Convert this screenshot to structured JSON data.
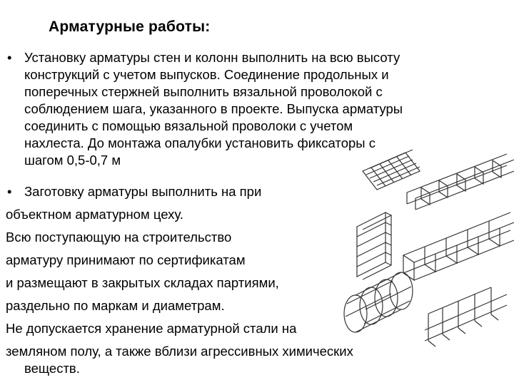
{
  "title": "Арматурные работы:",
  "bullets": [
    "•",
    "•"
  ],
  "lines": [
    "Установку арматуры стен  и колонн выполнить на всю высоту",
    "конструкций с учетом выпусков. Соединение продольных и",
    "поперечных стержней выполнить вязальной проволокой с",
    "соблюдением шага, указанного в проекте. Выпуска арматуры",
    "соединить с помощью вязальной проволоки с учетом",
    "нахлеста. До монтажа опалубки установить фиксаторы с",
    "шагом 0,5-0,7 м",
    "Заготовку арматуры выполнить на при",
    "объектном арматурном цеху.",
    " Всю поступающую на строительство",
    " арматуру принимают по сертификатам",
    "и размещают в закрытых складах партиями,",
    " раздельно по маркам и диаметрам.",
    "Не допускается хранение арматурной стали на",
    " земляном полу, а также вблизи агрессивных химических",
    "веществ."
  ]
}
